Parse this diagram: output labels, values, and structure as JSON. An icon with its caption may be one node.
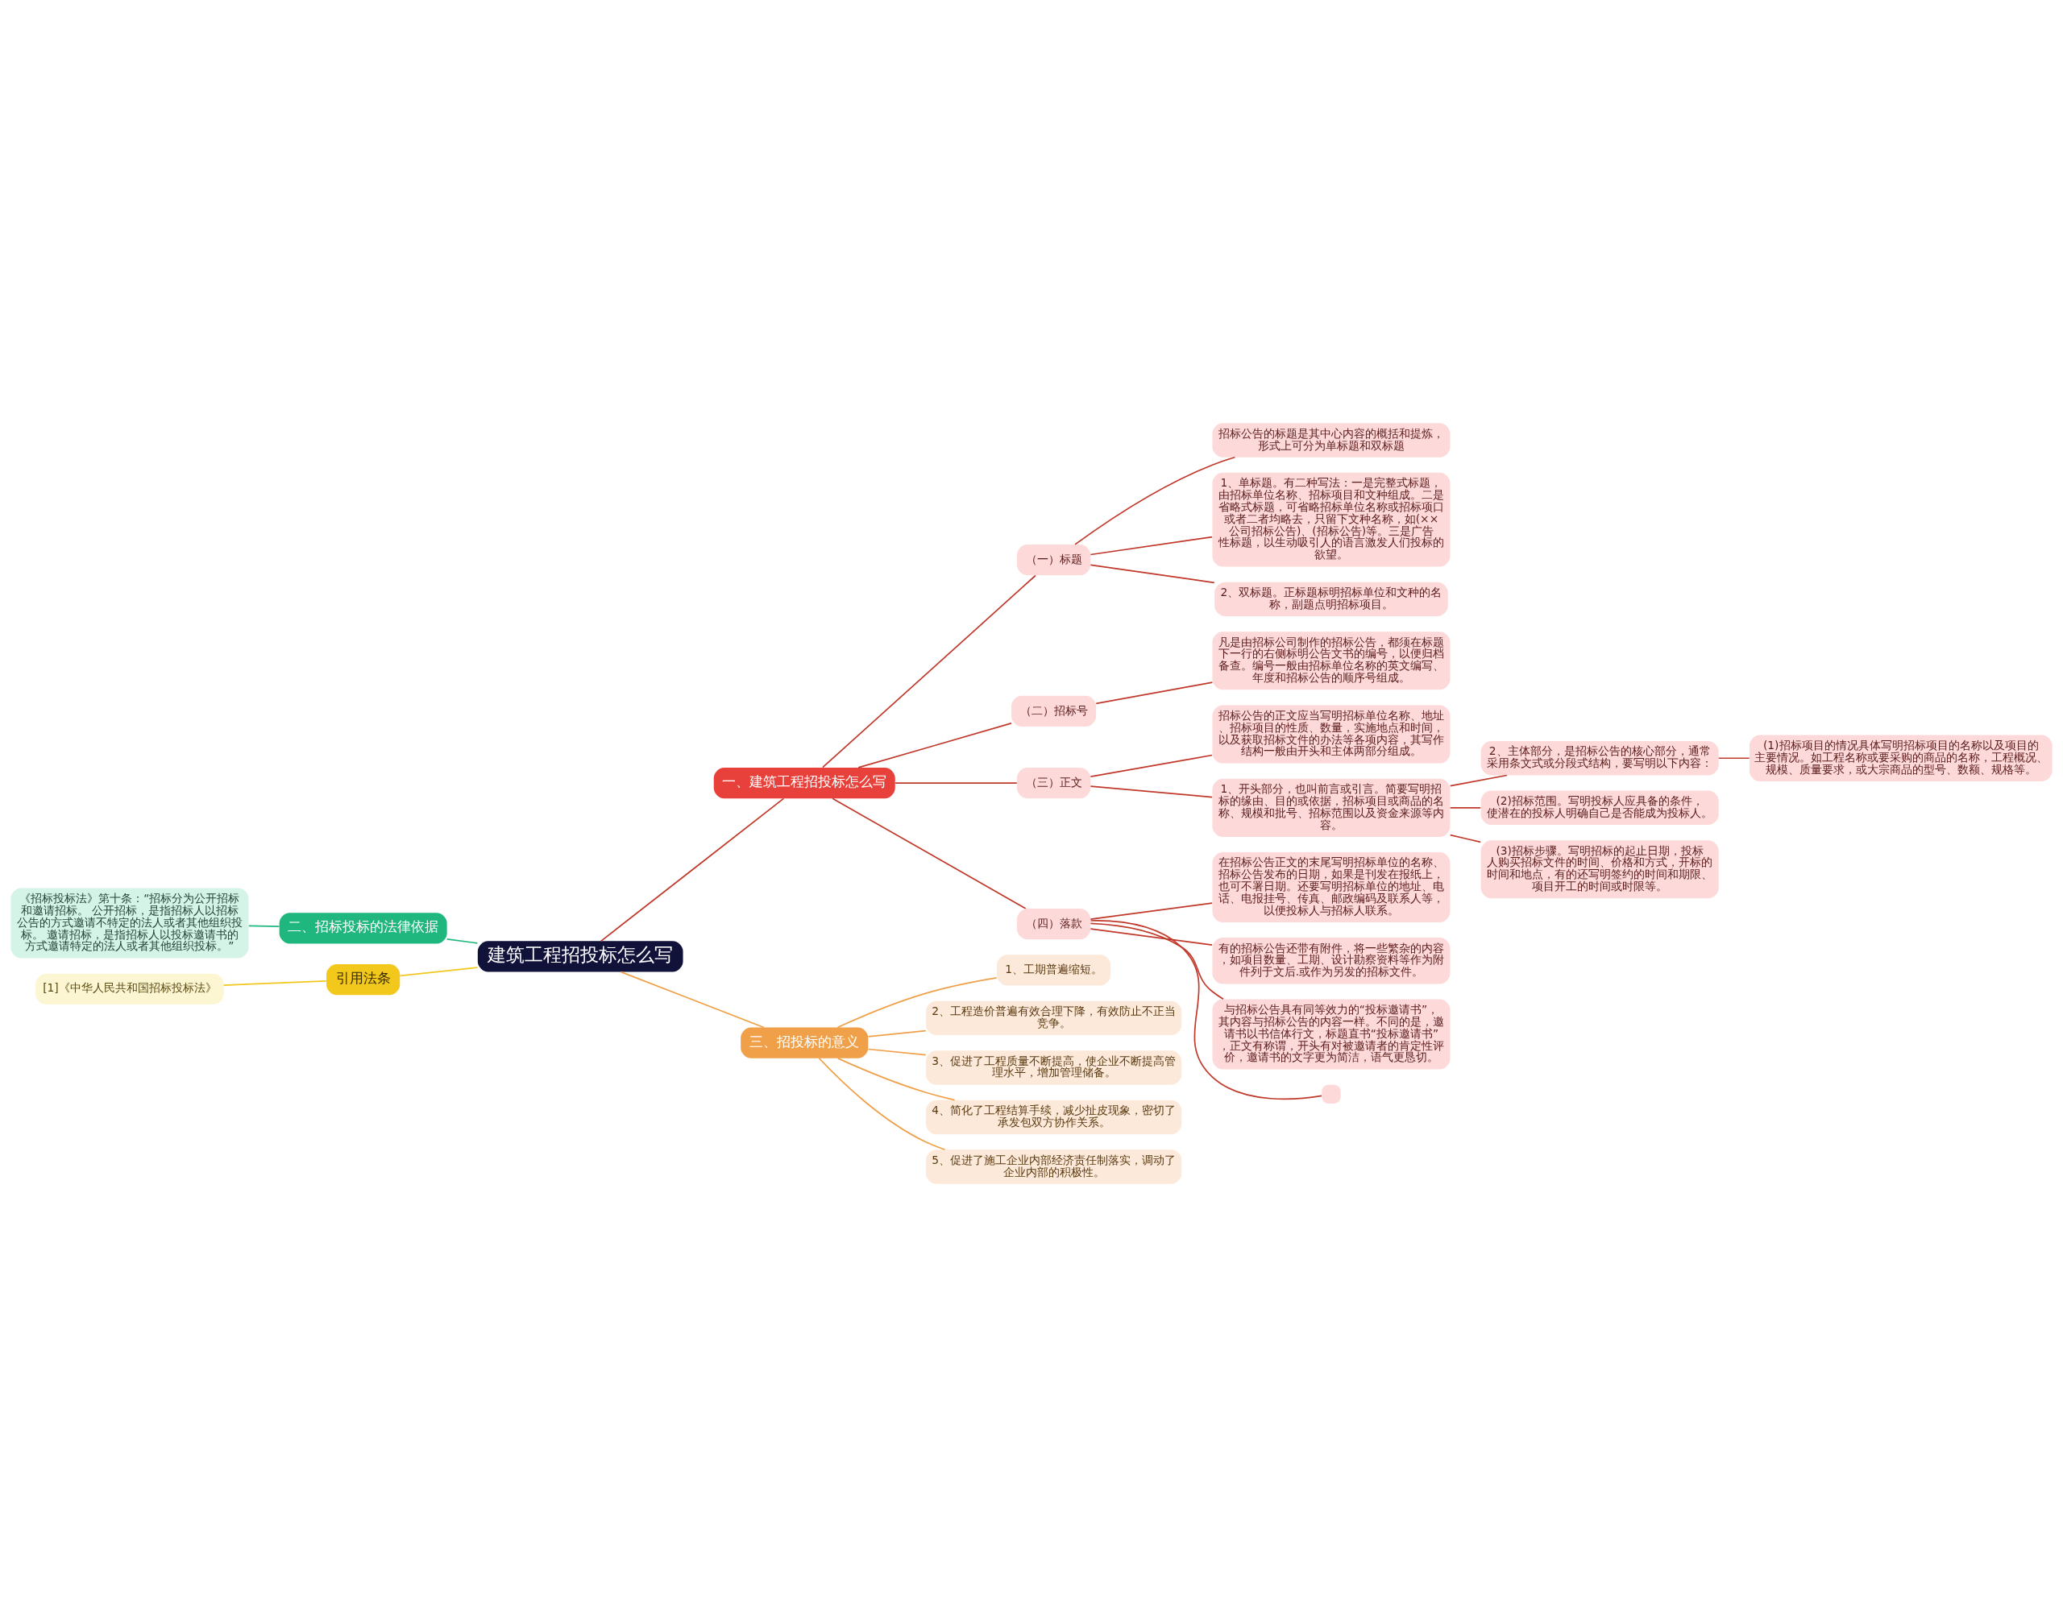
{
  "diagram": {
    "nodes": [
      {
        "text": [
          "建筑工程招投标怎么写"
        ]
      },
      {
        "text": [
          "一、建筑工程招投标怎么写"
        ]
      },
      {
        "text": [
          "（一）标题"
        ]
      },
      {
        "text": [
          "招标公告的标题是其中心内容的概括和提炼，形式上可分为单标题和双标题"
        ]
      },
      {
        "text": [
          "1、单标题。有二种写法：一是完整式标题，由招标单位名称、招标项目和文种组成。二是省略式标题，可省略招标单位名称或招标项口或者二者均略去，只留下文种名称，如(××公司招标公告)、(招标公告)等。三是广告性标题，以生动吸引人的语言激发人们投标的欲望。"
        ]
      },
      {
        "text": [
          "2、双标题。正标题标明招标单位和文种的名称，副题点明招标项目。"
        ]
      },
      {
        "text": [
          "（二）招标号"
        ]
      },
      {
        "text": [
          "凡是由招标公司制作的招标公告，都须在标题下一行的右侧标明公告文书的编号，以便归档备查。编号一般由招标单位名称的英文编写、年度和招标公告的顺序号组成。"
        ]
      },
      {
        "text": [
          "（三）正文"
        ]
      },
      {
        "text": [
          "招标公告的正文应当写明招标单位名称、地址、招标项目的性质、数量，实施地点和时间，以及获取招标文件的办法等各项内容，其写作结构一般由开头和主体两部分组成。"
        ]
      },
      {
        "text": [
          "1、开头部分，也叫前言或引言。简要写明招标的缘由、目的或依据，招标项目或商品的名称、规模和批号、招标范围以及资金来源等内容。"
        ]
      },
      {
        "text": [
          "2、主体部分，是招标公告的核心部分，通常采用条文式或分段式结构，要写明以下内容："
        ]
      },
      {
        "text": [
          "(1)招标项目的情况具体写明招标项目的名称以及项目的主要情况。如工程名称或要采购的商品的名称，工程概况、规模、质量要求，或大宗商品的型号、数额、规格等。"
        ]
      },
      {
        "text": [
          "(2)招标范围。写明投标人应具备的条件，使潜在的投标人明确自己是否能成为投标人。"
        ]
      },
      {
        "text": [
          "(3)招标步骤。写明招标的起止日期，投标人购买招标文件的时间、价格和方式，开标的时间和地点，有的还写明签约的时间和期限、项目开工的时间或时限等。"
        ]
      },
      {
        "text": [
          "（四）落款"
        ]
      },
      {
        "text": [
          "在招标公告正文的末尾写明招标单位的名称、招标公告发布的日期，如果是刊发在报纸上，也可不署日期。还要写明招标单位的地址、电话、电报挂号、传真、邮政编码及联系人等，以便投标人与招标人联系。"
        ]
      },
      {
        "text": [
          "有的招标公告还带有附件，将一些繁杂的内容，如项目数量、工期、设计勘察资料等作为附件列于文后.或作为另发的招标文件。"
        ]
      },
      {
        "text": [
          "与招标公告具有同等效力的“投标邀请书”，其内容与招标公告的内容一样。不同的是，邀请书以书信体行文，标题直书“投标邀请书”，正文有称谓，开头有对被邀请者的肯定性评价，邀请书的文字更为简洁，语气更恳切。"
        ]
      },
      {
        "text": [],
        "shape": "box"
      },
      {
        "text": [
          "二、招标投标的法律依据"
        ]
      },
      {
        "text": [
          "《招标投标法》第十条：“招标分为公开招标和邀请招标。 公开招标，是指招标人以招标公告的方式邀请不特定的法人或者其他组织投标。 邀请招标，是指招标人以投标邀请书的方式邀请特定的法人或者其他组织投标。”"
        ]
      },
      {
        "text": [
          "引用法条"
        ]
      },
      {
        "text": [
          "[1]《中华人民共和国招标投标法》"
        ]
      },
      {
        "text": [
          "三、招投标的意义"
        ]
      },
      {
        "text": [
          "1、工期普遍缩短。"
        ]
      },
      {
        "text": [
          "2、工程造价普遍有效合理下降，有效防止不正当竞争。"
        ]
      },
      {
        "text": [
          "3、促进了工程质量不断提高，使企业不断提高管理水平，增加管理储备。"
        ]
      },
      {
        "text": [
          "4、简化了工程结算手续，减少扯皮现象，密切了承发包双方协作关系。"
        ]
      },
      {
        "text": [
          "5、促进了施工企业内部经济责任制落实，调动了企业内部的积极性。"
        ]
      }
    ],
    "edges": [
      {
        "from": 0,
        "to": 1,
        "arrow": "none"
      },
      {
        "from": 1,
        "to": 2,
        "arrow": "none"
      },
      {
        "from": 2,
        "to": 3,
        "arrow": "none"
      },
      {
        "from": 2,
        "to": 4,
        "arrow": "none"
      },
      {
        "from": 2,
        "to": 5,
        "arrow": "none"
      },
      {
        "from": 1,
        "to": 6,
        "arrow": "none"
      },
      {
        "from": 6,
        "to": 7,
        "arrow": "none"
      },
      {
        "from": 1,
        "to": 8,
        "arrow": "none"
      },
      {
        "from": 8,
        "to": 9,
        "arrow": "none"
      },
      {
        "from": 8,
        "to": 10,
        "arrow": "none"
      },
      {
        "from": 10,
        "to": 11,
        "arrow": "none"
      },
      {
        "from": 11,
        "to": 12,
        "arrow": "none"
      },
      {
        "from": 10,
        "to": 13,
        "arrow": "none"
      },
      {
        "from": 10,
        "to": 14,
        "arrow": "none"
      },
      {
        "from": 1,
        "to": 15,
        "arrow": "none"
      },
      {
        "from": 15,
        "to": 16,
        "arrow": "none"
      },
      {
        "from": 15,
        "to": 17,
        "arrow": "none"
      },
      {
        "from": 15,
        "to": 18,
        "arrow": "none"
      },
      {
        "from": 15,
        "to": 19,
        "arrow": "none"
      },
      {
        "from": 21,
        "to": 20,
        "arrow": "none",
        "color": "#1fb77e"
      },
      {
        "from": 20,
        "to": 0,
        "arrow": "none",
        "color": "#1fb77e"
      },
      {
        "from": 23,
        "to": 22,
        "arrow": "none",
        "color": "#f2c81c"
      },
      {
        "from": 22,
        "to": 0,
        "arrow": "none",
        "color": "#f2c81c"
      },
      {
        "from": 0,
        "to": 24,
        "arrow": "none",
        "color": "#f0a048"
      },
      {
        "from": 24,
        "to": 25,
        "arrow": "none",
        "color": "#f0a048"
      },
      {
        "from": 24,
        "to": 26,
        "arrow": "none",
        "color": "#f0a048"
      },
      {
        "from": 24,
        "to": 27,
        "arrow": "none",
        "color": "#f0a048"
      },
      {
        "from": 24,
        "to": 28,
        "arrow": "none",
        "color": "#f0a048"
      },
      {
        "from": 24,
        "to": 29,
        "arrow": "none",
        "color": "#f0a048"
      }
    ]
  }
}
